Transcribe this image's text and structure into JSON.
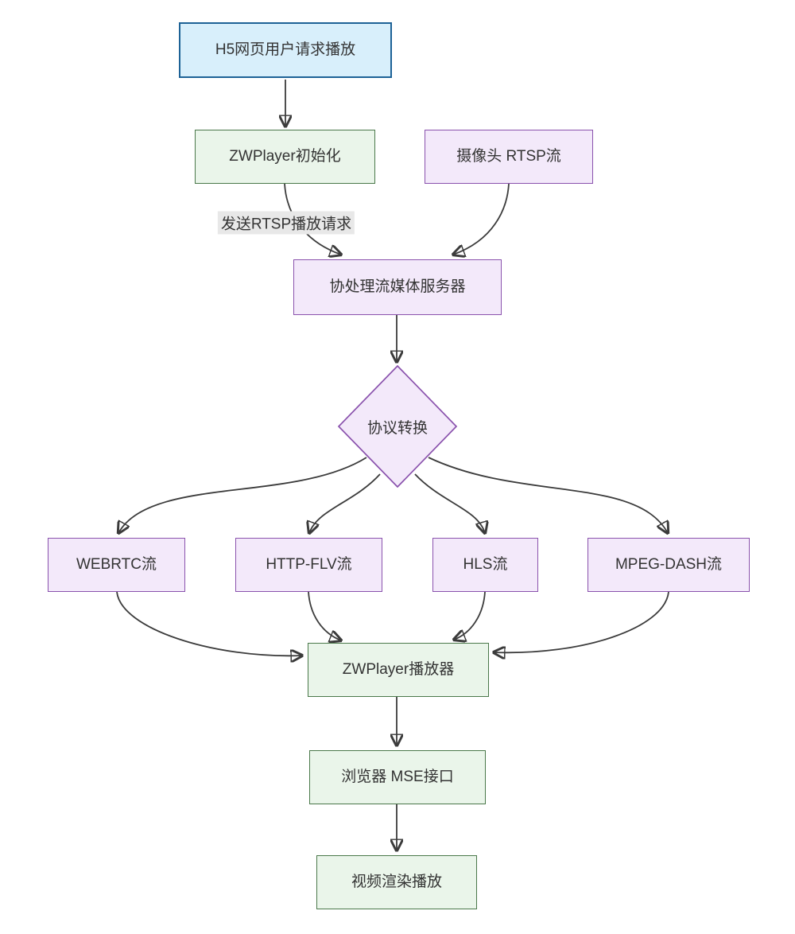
{
  "diagram": {
    "type": "flowchart",
    "direction": "top-down",
    "nodes": {
      "h5_request": {
        "label": "H5网页用户请求播放",
        "shape": "rectangle",
        "style": "blue"
      },
      "zwplayer_init": {
        "label": "ZWPlayer初始化",
        "shape": "rectangle",
        "style": "green"
      },
      "camera_rtsp": {
        "label": "摄像头 RTSP流",
        "shape": "rectangle",
        "style": "purple"
      },
      "media_server": {
        "label": "协处理流媒体服务器",
        "shape": "rectangle",
        "style": "purple"
      },
      "protocol_convert": {
        "label": "协议转换",
        "shape": "diamond",
        "style": "purple"
      },
      "webrtc": {
        "label": "WEBRTC流",
        "shape": "rectangle",
        "style": "purple"
      },
      "http_flv": {
        "label": "HTTP-FLV流",
        "shape": "rectangle",
        "style": "purple"
      },
      "hls": {
        "label": "HLS流",
        "shape": "rectangle",
        "style": "purple"
      },
      "mpeg_dash": {
        "label": "MPEG-DASH流",
        "shape": "rectangle",
        "style": "purple"
      },
      "zwplayer_player": {
        "label": "ZWPlayer播放器",
        "shape": "rectangle",
        "style": "green"
      },
      "browser_mse": {
        "label": "浏览器 MSE接口",
        "shape": "rectangle",
        "style": "green"
      },
      "video_render": {
        "label": "视频渲染播放",
        "shape": "rectangle",
        "style": "green"
      }
    },
    "edge_label": {
      "send_rtsp": "发送RTSP播放请求"
    },
    "edges": [
      {
        "from": "h5_request",
        "to": "zwplayer_init",
        "label": ""
      },
      {
        "from": "zwplayer_init",
        "to": "media_server",
        "label": "发送RTSP播放请求"
      },
      {
        "from": "camera_rtsp",
        "to": "media_server",
        "label": ""
      },
      {
        "from": "media_server",
        "to": "protocol_convert",
        "label": ""
      },
      {
        "from": "protocol_convert",
        "to": "webrtc",
        "label": ""
      },
      {
        "from": "protocol_convert",
        "to": "http_flv",
        "label": ""
      },
      {
        "from": "protocol_convert",
        "to": "hls",
        "label": ""
      },
      {
        "from": "protocol_convert",
        "to": "mpeg_dash",
        "label": ""
      },
      {
        "from": "webrtc",
        "to": "zwplayer_player",
        "label": ""
      },
      {
        "from": "http_flv",
        "to": "zwplayer_player",
        "label": ""
      },
      {
        "from": "hls",
        "to": "zwplayer_player",
        "label": ""
      },
      {
        "from": "mpeg_dash",
        "to": "zwplayer_player",
        "label": ""
      },
      {
        "from": "zwplayer_player",
        "to": "browser_mse",
        "label": ""
      },
      {
        "from": "browser_mse",
        "to": "video_render",
        "label": ""
      }
    ],
    "colors": {
      "blue_fill": "#d8effb",
      "blue_border": "#1d6296",
      "green_fill": "#eaf5ea",
      "green_border": "#4a784a",
      "purple_fill": "#f3e9fa",
      "purple_border": "#8a52ad",
      "edge_line": "#3b3b3b",
      "edge_label_bg": "#e8e8e8",
      "text": "#333333",
      "background": "#ffffff"
    }
  }
}
